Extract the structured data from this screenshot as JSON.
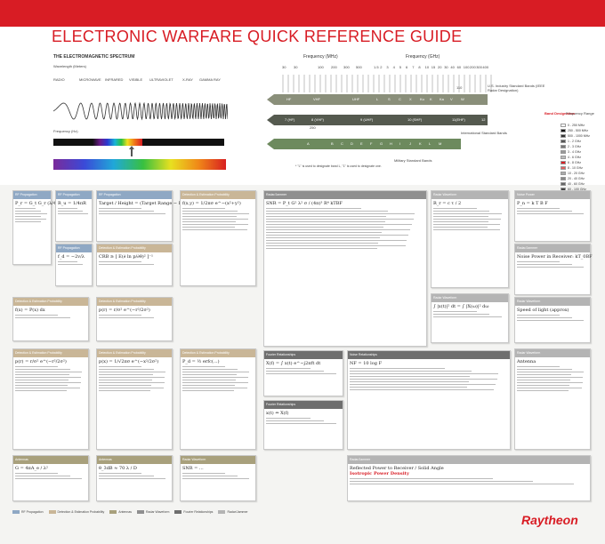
{
  "title": "ELECTRONIC WARFARE QUICK REFERENCE GUIDE",
  "spectrum": {
    "heading": "THE ELECTROMAGNETIC SPECTRUM",
    "wavelength_label": "Wavelength (Meters)",
    "frequency_label": "Frequency (Hz)",
    "bands": [
      "RADIO",
      "MICROWAVE",
      "INFRARED",
      "VISIBLE",
      "ULTRAVIOLET",
      "X-RAY",
      "GAMMA RAY"
    ]
  },
  "freq_chart": {
    "mhz_label": "Frequency (MHz)",
    "ghz_label": "Frequency (GHz)",
    "mhz_ticks": [
      "30",
      "30",
      "100",
      "200",
      "300",
      "500"
    ],
    "ghz_ticks": [
      "1.5",
      "2",
      "3",
      "4",
      "5",
      "6",
      "7",
      "8",
      "10",
      "15",
      "20",
      "30",
      "40",
      "60",
      "100",
      "200",
      "300",
      "400"
    ],
    "ieee_caption": "U.S. Industry Standard Bands (IEEE Radar Designation)",
    "itu_caption": "International Standard Bands",
    "mil_caption": "Military Standard Bands",
    "footnote": "* \"L\" is used to designate band L, \"1\" is used to designate one.",
    "row1": [
      "HF",
      "VHF",
      "UHF",
      "L",
      "S",
      "C",
      "X",
      "Ku",
      "K",
      "Ka",
      "V",
      "W",
      "Millimeter"
    ],
    "row2": [
      "7 (HF)",
      "8 (VHF)",
      "9 (UHF)",
      "10 (SHF)",
      "11(EHF)",
      "12"
    ],
    "row3": [
      "A",
      "B",
      "C",
      "D",
      "E",
      "F",
      "G",
      "H",
      "I",
      "J",
      "K",
      "L",
      "M"
    ],
    "row2_marker": "250",
    "row1_marker": "110"
  },
  "band_key": {
    "title_a": "Band Designation",
    "title_b": "Frequency Range",
    "rows": [
      "0 - 250 MHz",
      "250 - 500 MHz",
      "500 - 1000 MHz",
      "1 - 2 GHz",
      "2 - 3 GHz",
      "3 - 4 GHz",
      "4 - 6 GHz",
      "6 - 8 GHz",
      "8 - 10 GHz",
      "10 - 20 GHz",
      "20 - 40 GHz",
      "40 - 60 GHz",
      "60 - 100 GHz"
    ]
  },
  "panels": {
    "p1": {
      "head": "RF Propagation",
      "eq": "P_r = G_t G_r (λ/4πR)²"
    },
    "p2": {
      "head": "RF Propagation",
      "eq": "R_u = 1/4πR"
    },
    "p3": {
      "head": "RF Propagation",
      "eq": "Target / Height = (Target Range − Ratio²)/2"
    },
    "p4": {
      "head": "Detection & Estimation Probability",
      "eq": "f(x,y) = 1/2πσ e^−(x²+y²)"
    },
    "p5": {
      "head": "Radar/Jammer",
      "eq": "SNR = P_t G² λ² σ / (4π)³ R⁴ kTBF"
    },
    "p6": {
      "head": "Radar Waveform",
      "eq": "R_r = c τ / 2"
    },
    "p7": {
      "head": "Noise Power",
      "eq": "P_n = k T B F"
    },
    "p8": {
      "head": "RF Propagation",
      "eq": "f_d = −2v/λ"
    },
    "p9": {
      "head": "Detection & Estimation Probability",
      "eq": "CRB ≥ [ E(∂ ln p/∂θ)² ]⁻¹"
    },
    "p10": {
      "head": "Radar/Jammer",
      "eq": "Noise Power in Receiver: kT_0BF"
    },
    "p11": {
      "head": "Detection & Estimation Probability",
      "eq": "f(x) = P(x) dx"
    },
    "p12": {
      "head": "Detection & Estimation Probability",
      "eq": "p(r) = r/σ² e^(−r²/2σ²)"
    },
    "p13": {
      "head": "Radar Waveform",
      "eq": "∫ |x(t)|² dt = ∫ |X(ω)|² dω"
    },
    "p14": {
      "head": "Radar Waveform",
      "eq": "Speed of light (approx)"
    },
    "p15": {
      "head": "Detection & Estimation Probability",
      "eq": "p(r) = r/σ² e^(−r²/2σ²)"
    },
    "p16": {
      "head": "Detection & Estimation Probability",
      "eq": "p(x) = 1/√2πσ e^(−x²/2σ²)"
    },
    "p17": {
      "head": "Detection & Estimation Probability",
      "eq": "P_d = ½ erfc(...)"
    },
    "p18": {
      "head": "Fourier Relationships",
      "eq": "X(f) = ∫ x(t) e^−j2πft dt"
    },
    "p19": {
      "head": "Fourier Relationships",
      "eq": "x(t) ⇔ X(f)"
    },
    "p20": {
      "head": "Noise Relationships",
      "eq": "NF = 10 log F"
    },
    "p21": {
      "head": "Antennas",
      "eq": "G = 4πA_e / λ²"
    },
    "p22": {
      "head": "Antennas",
      "eq": "θ_3dB ≈ 70 λ / D"
    },
    "p23": {
      "head": "Radar Waveform",
      "eq": "SNR = ..."
    },
    "p24": {
      "head": "Radar/Jammer",
      "eq": "Reflected Power to Receiver / Solid Angle",
      "sub": "Isotropic Power Density"
    },
    "p25": {
      "head": "Radar Waveform",
      "eq": "Antenna"
    }
  },
  "footer_legend": [
    "RF Propagation",
    "Detection & Estimation Probability",
    "Antennas",
    "Radar Waveform",
    "Fourier Relationships",
    "Radar/Jammer"
  ],
  "logo": "Raytheon",
  "colors": {
    "accent": "#d81c24"
  }
}
